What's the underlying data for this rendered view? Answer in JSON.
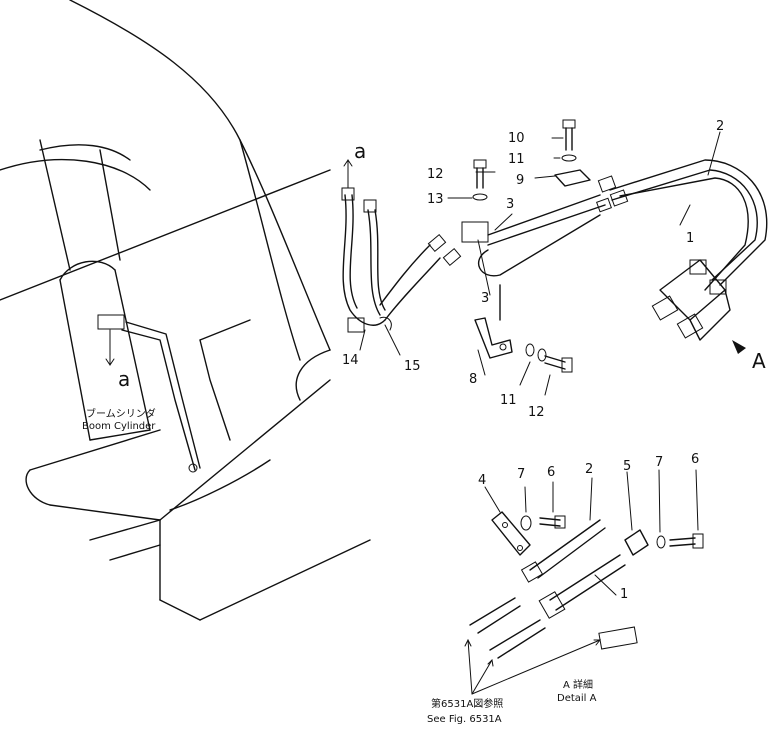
{
  "labels": {
    "p1": "1",
    "p1b": "1",
    "p2": "2",
    "p2b": "2",
    "p3a": "3",
    "p3b": "3",
    "p4": "4",
    "p5": "5",
    "p6a": "6",
    "p6b": "6",
    "p7a": "7",
    "p7b": "7",
    "p8": "8",
    "p9": "9",
    "p10": "10",
    "p11a": "11",
    "p11b": "11",
    "p12a": "12",
    "p12b": "12",
    "p13": "13",
    "p14": "14",
    "p15": "15",
    "a_top": "a",
    "a_left": "a",
    "view_a": "A"
  },
  "captions": {
    "boom_jp": "ブームシリンダ",
    "boom_en": "Boom Cylinder",
    "see_jp": "第6531A図参照",
    "see_en": "See Fig. 6531A",
    "detail_jp": "A 詳細",
    "detail_en": "Detail A"
  }
}
